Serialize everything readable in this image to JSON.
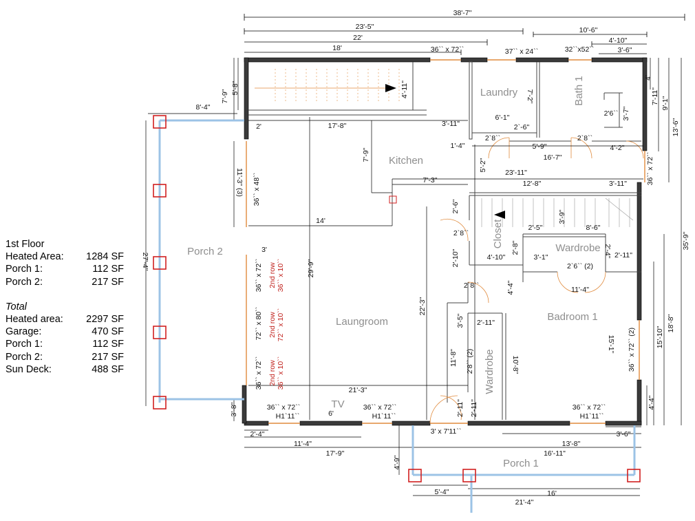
{
  "legend": {
    "floor_title": "1st Floor",
    "floor_items": [
      {
        "label": "Heated Area:",
        "value": "1284 SF"
      },
      {
        "label": "Porch 1:",
        "value": "112 SF"
      },
      {
        "label": "Porch 2:",
        "value": "217 SF"
      }
    ],
    "total_title": "Total",
    "total_items": [
      {
        "label": "Heated area:",
        "value": "2297 SF"
      },
      {
        "label": "Garage:",
        "value": "470 SF"
      },
      {
        "label": "Porch 1:",
        "value": "112 SF"
      },
      {
        "label": "Porch 2:",
        "value": "217 SF"
      },
      {
        "label": "Sun Deck:",
        "value": "488 SF"
      }
    ]
  },
  "rooms": {
    "porch2": "Porch 2",
    "kitchen": "Kitchen",
    "laundry": "Laundry",
    "bath1": "Bath 1",
    "closet": "Closet",
    "wardrobe1": "Wardrobe",
    "wardrobe2": "Wardrobe",
    "bedroom1": "Badroom 1",
    "livingroom": "Laungroom",
    "tv": "TV",
    "porch1": "Porch 1"
  },
  "dimensions": {
    "top_38_7": "38'-7\"",
    "top_23_5": "23'-5\"",
    "top_22": "22'",
    "top_18": "18'",
    "top_10_6": "10'-6\"",
    "top_4_10": "4'-10\"",
    "top_3_6": "3'-6\"",
    "win_36x72_top": "36`` x 72``",
    "win_37x24": "37`` x 24``",
    "win_32x52": "32``x52``",
    "left_7_9": "7'-9\"",
    "left_5_8": "5'-8\"",
    "left_8_4": "8'-4\"",
    "left_2": "2'",
    "left_27_4": "27'-4\"",
    "left_11_3": "11'-3\" (3)",
    "win_36x48": "36`` x 48``",
    "left_3": "3'",
    "left_3_8": "3'-8\"",
    "stair_4_11": "4'-11\"",
    "d_17_8": "17'-8\"",
    "d_3_11a": "3'-11\"",
    "d_7_9": "7'-9\"",
    "d_7_2": "7'-2\"",
    "d_6_1": "6'-1\"",
    "d_2_6a": "2`-6\"",
    "d_2_6b": "2'6``",
    "d_3_7": "3'-7\"",
    "d_1_4": "1'-4\"",
    "d_2_8a": "2`8``",
    "d_5_9": "5'-9\"",
    "d_2_8b": "2`8``",
    "d_4_2": "4'-2\"",
    "d_16_7": "16'-7\"",
    "d_5_2": "5'-2\"",
    "d_23_11": "23'-11\"",
    "d_7_3": "7'-3\"",
    "d_12_8": "12'-8\"",
    "d_3_11b": "3'-11\"",
    "win_36x72_right1": "36`` x 72``",
    "d_14": "14'",
    "d_2_6c": "2'-6\"",
    "d_2_8c": "2`8``",
    "d_3_9": "3'-9\"",
    "d_2_5": "2'-5\"",
    "d_8_6": "8'-6\"",
    "d_2_8d": "2'-8\"",
    "d_2_10": "2'-10\"",
    "d_4_10b": "4'-10\"",
    "d_3_1": "3'-1\"",
    "d_2_4": "2'-4\"",
    "d_2_11a": "2'-11\"",
    "d_2_6_2": "2`6`` (2)",
    "d_11_4a": "11'-4\"",
    "d_4_4a": "4'-4\"",
    "d_2_8e": "2`8``",
    "d_29_9": "29'-9\"",
    "d_22_3": "22'-3\"",
    "d_3_5": "3'-5\"",
    "d_2_11b": "2'-11\"",
    "d_11_8": "11'-8\"",
    "d_2_8_2": "2'8`` (2)",
    "d_10_8": "10'-8\"",
    "d_15_1": "15'-1\"",
    "win_36x72_2": "36`` x 72`` (2)",
    "d_15_10": "15'-10\"",
    "d_18_8": "18'-8\"",
    "d_35_9": "35'-9\"",
    "d_13_6": "13'-6\"",
    "d_9_1": "9'-1\"",
    "d_7_11": "7'-11\"",
    "d_4": "4'",
    "d_4_4b": "4'-4\"",
    "win_36x72_l1": "36`` x 72``",
    "win_72x80": "72`` x 80``",
    "win_36x72_l2": "36`` x 72``",
    "d_21_3": "21'-3\"",
    "d_2_11c": "2'-11\"",
    "d_2_11d": "2'-11\"",
    "win_36x72_b1": "36`` x 72``",
    "h1_11a": "H1`11``",
    "d_6": "6'",
    "win_36x72_b2": "36`` x 72``",
    "h1_11b": "H1`11``",
    "door_3x7": "3' x 7'11``",
    "win_36x72_b3": "36`` x 72``",
    "h1_11c": "H1`11``",
    "d_2_4b": "2'-4\"",
    "d_11_4b": "11'-4\"",
    "d_17_9": "17'-9\"",
    "d_13_8": "13'-8\"",
    "d_3_6b": "3'-6\"",
    "d_16_11": "16'-11\"",
    "d_4_9": "4'-9\"",
    "d_5_4": "5'-4\"",
    "d_16": "16'",
    "d_21_4": "21'-4\""
  },
  "annotations": {
    "second_row": "2nd row",
    "row_36x10_a": "36`` x 10``",
    "row_72x10": "72`` x 10``",
    "row_36x10_b": "36`` x 10``"
  },
  "colors": {
    "wall": "#3a3a3a",
    "dimension_line": "#000000",
    "room_label": "#8e8e8e",
    "opening": "#e08a3c",
    "post": "#d11f1f",
    "railing": "#9cc3e6",
    "annotation_red": "#c0201b"
  }
}
